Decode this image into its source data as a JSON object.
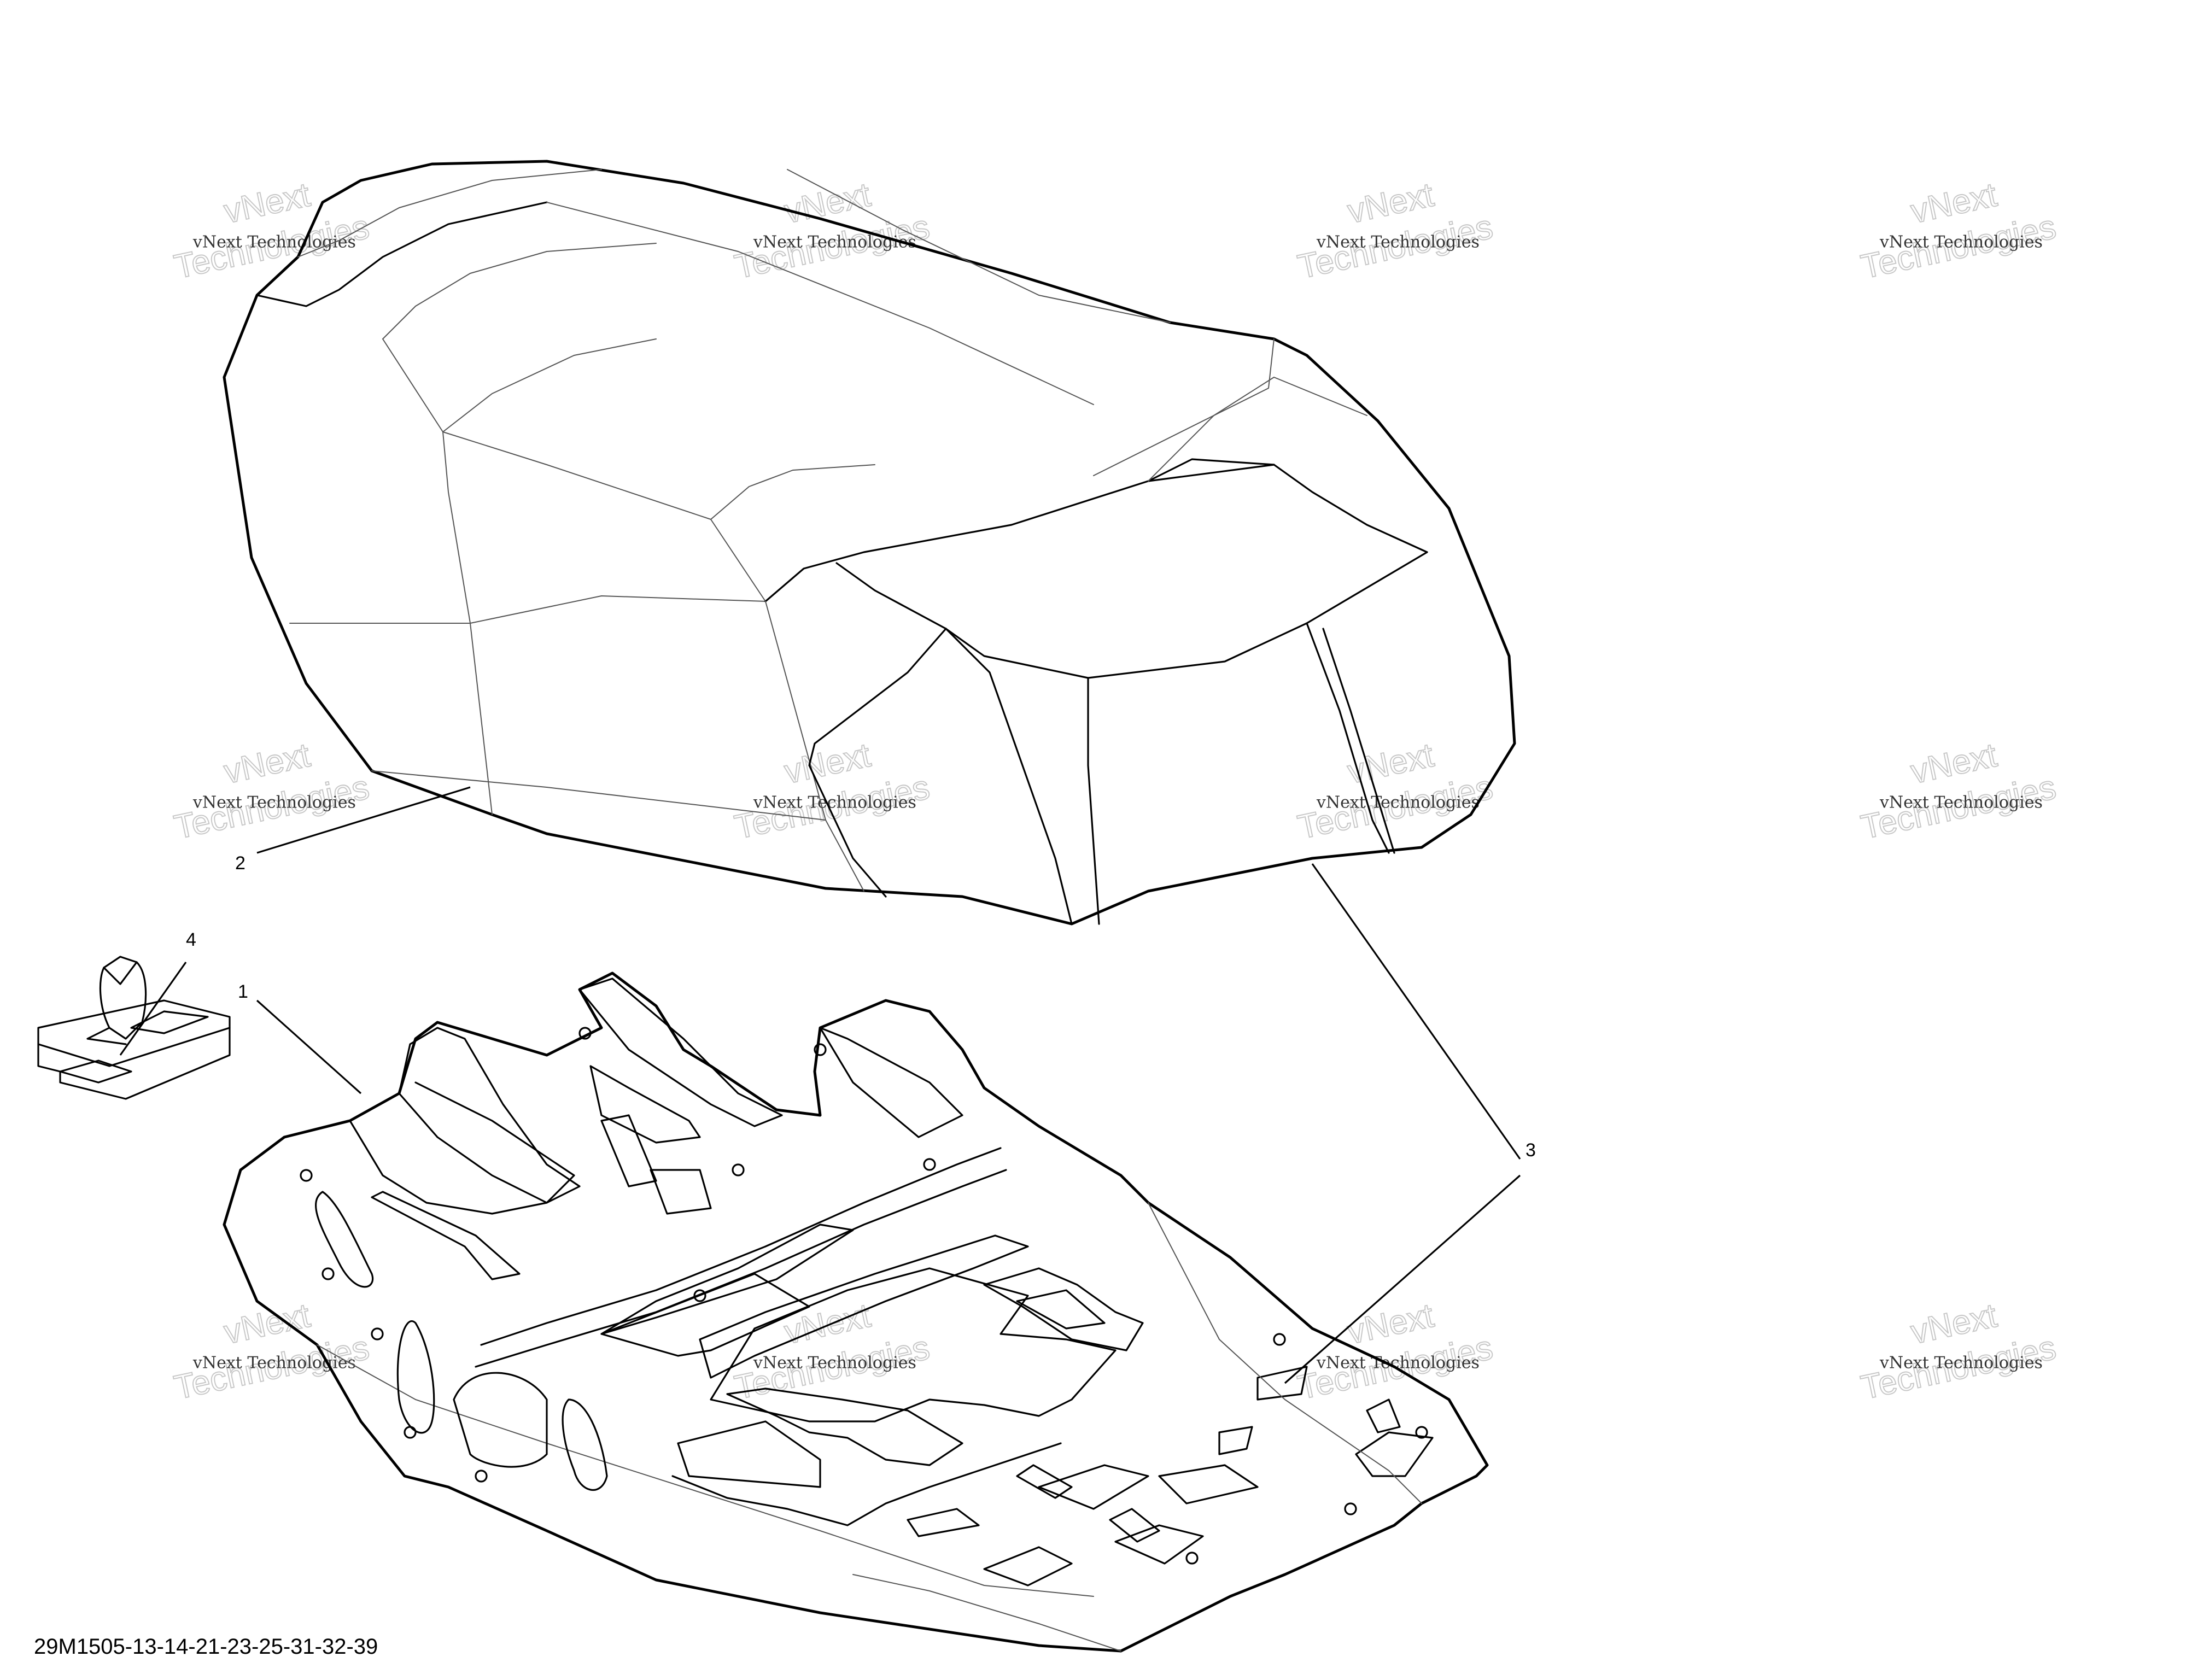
{
  "diagram": {
    "callouts": [
      {
        "id": "1",
        "label": "1"
      },
      {
        "id": "2",
        "label": "2"
      },
      {
        "id": "3",
        "label": "3"
      },
      {
        "id": "4",
        "label": "4"
      }
    ],
    "watermark": {
      "line1": "vNext Technologies",
      "line2": "vNext",
      "line3": "Technologies"
    },
    "reference_code": "29M1505-13-14-21-23-25-31-32-39"
  }
}
